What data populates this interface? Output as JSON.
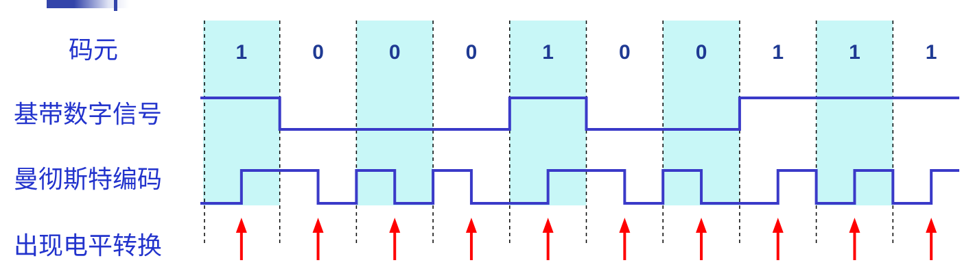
{
  "labels": {
    "code_element": "码元",
    "baseband": "基带数字信号",
    "manchester": "曼彻斯特编码",
    "transition": "出现电平转换"
  },
  "bits": [
    "1",
    "0",
    "0",
    "0",
    "1",
    "0",
    "0",
    "1",
    "1",
    "1"
  ],
  "colors": {
    "signal": "#3a3ac8",
    "bit_text": "#1f3a93",
    "label_text": "#2233cc",
    "shade": "#c8f7f7",
    "arrow": "#ff0000",
    "divider": "#000000"
  }
}
